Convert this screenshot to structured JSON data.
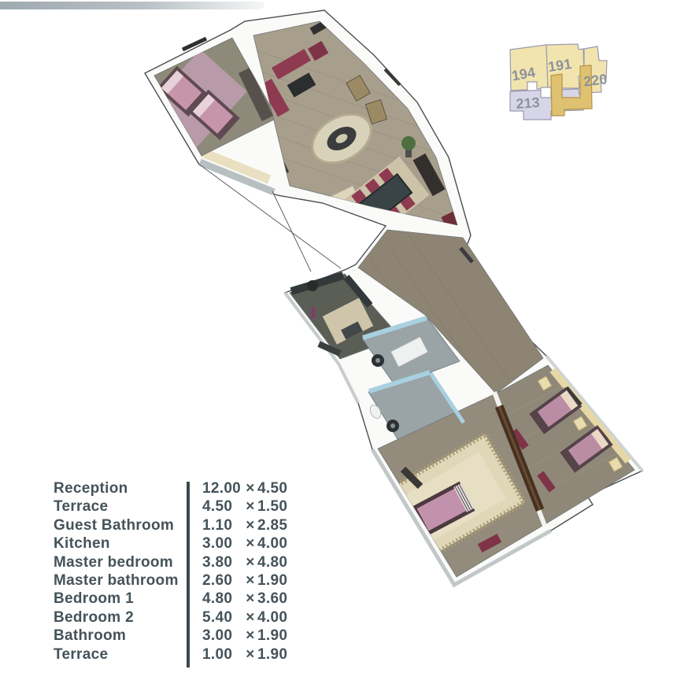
{
  "key_plan": {
    "units": [
      {
        "number": "194"
      },
      {
        "number": "191"
      },
      {
        "number": "220"
      },
      {
        "number": "213"
      }
    ],
    "colors": {
      "unit_yellow": "#f2e4ae",
      "unit_lavender": "#d7d5e8",
      "highlight_gold": "#dfc172",
      "label_gray": "#8d939c",
      "outline": "#9a9aae"
    }
  },
  "dimensions_table": {
    "multiply_sign": "×",
    "text_color": "#45535a",
    "rows": [
      {
        "room": "Reception",
        "w": "12.00",
        "h": "4.50"
      },
      {
        "room": "Terrace",
        "w": "4.50",
        "h": "1.50"
      },
      {
        "room": "Guest Bathroom",
        "w": "1.10",
        "h": "2.85"
      },
      {
        "room": "Kitchen",
        "w": "3.00",
        "h": "4.00"
      },
      {
        "room": "Master bedroom",
        "w": "3.80",
        "h": "4.80"
      },
      {
        "room": "Master bathroom",
        "w": "2.60",
        "h": "1.90"
      },
      {
        "room": "Bedroom 1",
        "w": "4.80",
        "h": "3.60"
      },
      {
        "room": "Bedroom 2",
        "w": "5.40",
        "h": "4.00"
      },
      {
        "room": "Bathroom",
        "w": "3.00",
        "h": "1.90"
      },
      {
        "room": "Terrace",
        "w": "1.00",
        "h": "1.90"
      }
    ]
  },
  "floor_plan": {
    "type": "3d-isometric-apartment-render",
    "colors": {
      "walls": "#fafaf8",
      "wood_floor": "#a89e8c",
      "dark_floor": "#8d8474",
      "kitchen_floor": "#cfc5aa",
      "bathroom_wall_blue": "#a8d0e0",
      "bed_pink": "#c795aa",
      "sofa_burgundy": "#8e3a50",
      "rug_cream": "#e0d7b8",
      "furniture_dark": "#2c2e2f"
    }
  }
}
